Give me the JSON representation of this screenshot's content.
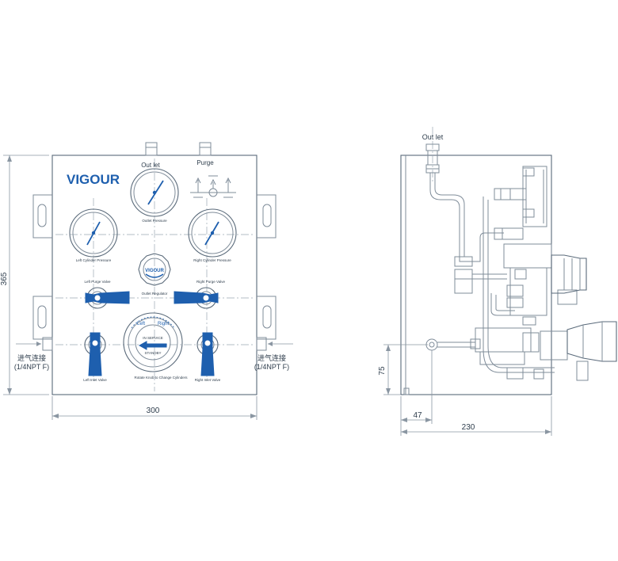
{
  "brand": "VIGOUR",
  "knob_brand": "VIGOUR",
  "labels": {
    "outlet": "Out let",
    "purge": "Purge",
    "outlet_pressure": "Outlet Pressure",
    "left_cylinder_pressure": "Left Cylinder Pressure",
    "right_cylinder_pressure": "Right Cylinder Pressure",
    "outlet_regulator": "Outlet Regulator",
    "left_purge_valve": "Left Purge Valve",
    "right_purge_valve": "Right Purge Valve",
    "left_inlet_valve": "Left Inlet Valve",
    "right_inlet_valve": "Right Inlet Valve",
    "dial_left": "Left",
    "dial_right": "Right",
    "in_service": "IN SERVICE",
    "standby": "STANDBY",
    "rotate_knob": "Rotate Knob to Change Cylinders",
    "inlet_cn": "进气连接",
    "inlet_thread": "(1/4NPT F)",
    "side_outlet": "Out let"
  },
  "dimensions": {
    "height": "365",
    "width": "300",
    "depth": "230",
    "inlet_height": "75",
    "inlet_offset": "47"
  }
}
